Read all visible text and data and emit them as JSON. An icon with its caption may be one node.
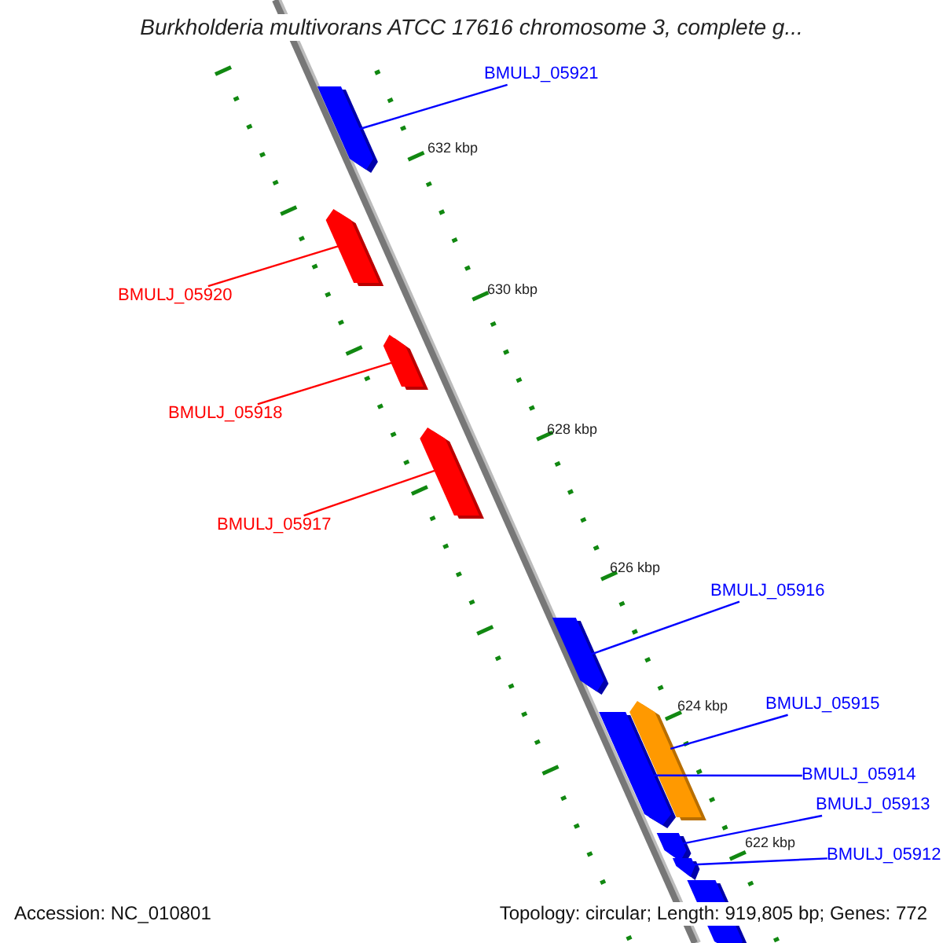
{
  "diagram": {
    "title": "Burkholderia multivorans ATCC 17616 chromosome 3, complete g...",
    "nodes": [
      {
        "text": [
          "BMULJ_05921"
        ]
      },
      {
        "text": [],
        "shape": "bar"
      },
      {
        "text": [],
        "shape": "bar"
      },
      {
        "text": [
          "BMULJ_05920"
        ]
      },
      {
        "text": [],
        "shape": "bar"
      },
      {
        "text": [
          "BMULJ_05918"
        ]
      },
      {
        "text": [],
        "shape": "bar"
      },
      {
        "text": [
          "BMULJ_05917"
        ]
      },
      {
        "text": [
          "BMULJ_05916"
        ]
      },
      {
        "text": [],
        "shape": "bar"
      },
      {
        "text": [
          "BMULJ_05915"
        ]
      },
      {
        "text": [],
        "shape": "bar"
      },
      {
        "text": [],
        "shape": "bar"
      },
      {
        "text": [
          "BMULJ_05914"
        ]
      },
      {
        "text": [
          "BMULJ_05913"
        ]
      },
      {
        "text": [],
        "shape": "bar"
      },
      {
        "text": [],
        "shape": "bar"
      },
      {
        "text": [
          "BMULJ_05912"
        ]
      },
      {
        "text": [],
        "shape": "bar"
      }
    ],
    "edges": [
      {
        "from": 0,
        "to": 1,
        "arrow": "none"
      },
      {
        "from": 3,
        "to": 2,
        "arrow": "none",
        "color": "#ff0000"
      },
      {
        "from": 5,
        "to": 4,
        "arrow": "none",
        "color": "#ff0000"
      },
      {
        "from": 7,
        "to": 6,
        "arrow": "none",
        "color": "#ff0000"
      },
      {
        "from": 8,
        "to": 9,
        "arrow": "none"
      },
      {
        "from": 10,
        "to": 11,
        "arrow": "none"
      },
      {
        "from": 13,
        "to": 12,
        "arrow": "none"
      },
      {
        "from": 14,
        "to": 15,
        "arrow": "none"
      },
      {
        "from": 17,
        "to": 16,
        "arrow": "none"
      }
    ],
    "labels": [
      "632 kbp",
      "630 kbp",
      "628 kbp",
      "626 kbp",
      "624 kbp",
      "622 kbp",
      "Accession: NC_010801",
      "Topology: circular; Length: 919,805 bp; Genes: 772"
    ]
  }
}
